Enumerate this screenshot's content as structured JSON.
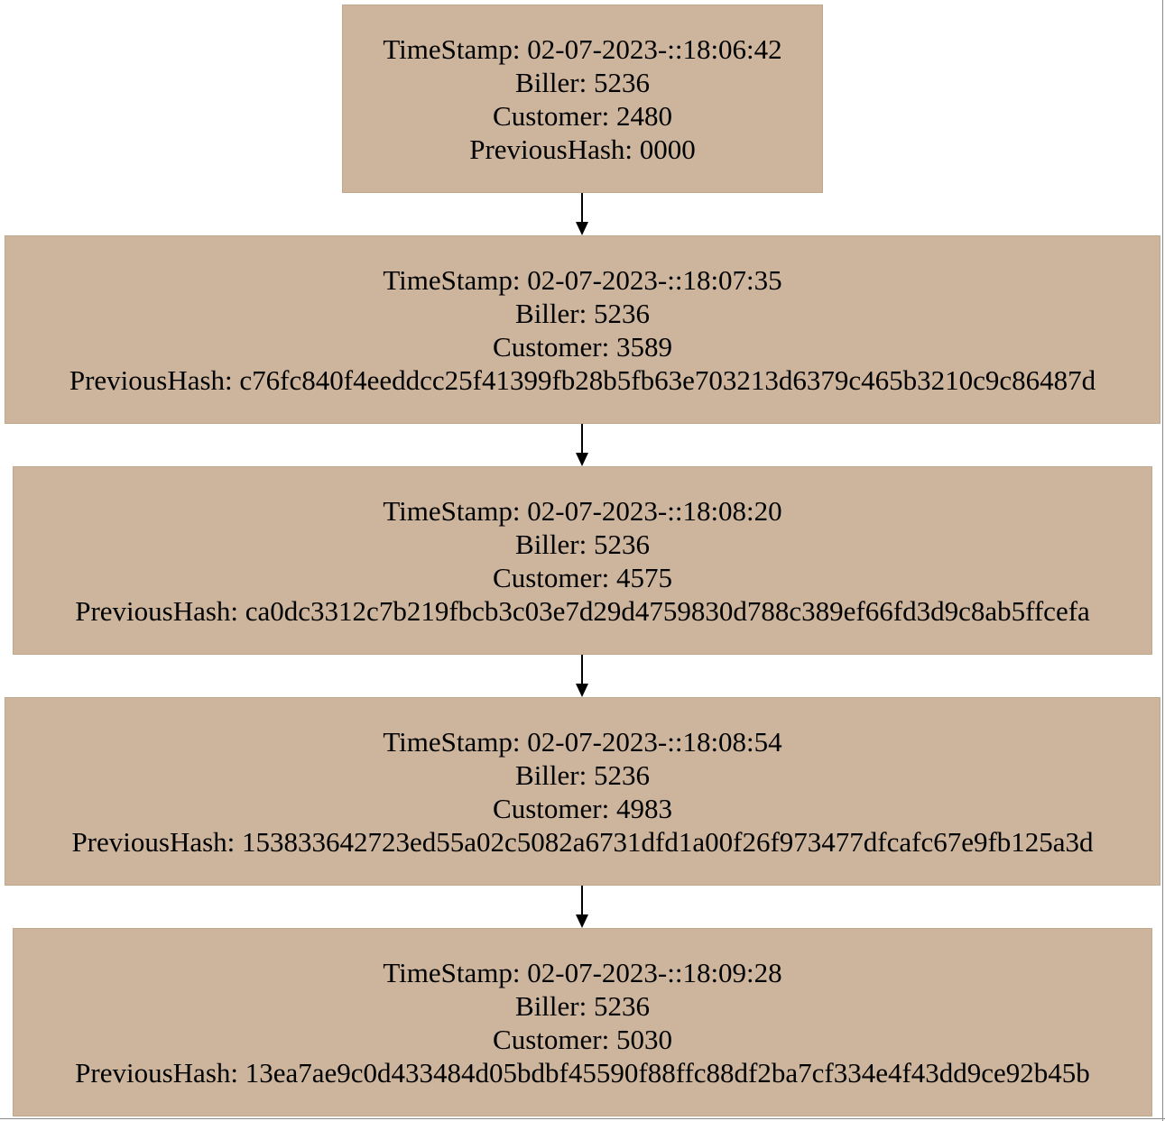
{
  "diagram": {
    "node_fill": "#cdb59d",
    "edge_color": "#000000",
    "blocks": [
      {
        "timestamp": "TimeStamp: 02-07-2023-::18:06:42",
        "biller": "Biller: 5236",
        "customer": "Customer: 2480",
        "previous_hash": "PreviousHash: 0000"
      },
      {
        "timestamp": "TimeStamp: 02-07-2023-::18:07:35",
        "biller": "Biller: 5236",
        "customer": "Customer: 3589",
        "previous_hash": "PreviousHash: c76fc840f4eeddcc25f41399fb28b5fb63e703213d6379c465b3210c9c86487d"
      },
      {
        "timestamp": "TimeStamp: 02-07-2023-::18:08:20",
        "biller": "Biller: 5236",
        "customer": "Customer: 4575",
        "previous_hash": "PreviousHash: ca0dc3312c7b219fbcb3c03e7d29d4759830d788c389ef66fd3d9c8ab5ffcefa"
      },
      {
        "timestamp": "TimeStamp: 02-07-2023-::18:08:54",
        "biller": "Biller: 5236",
        "customer": "Customer: 4983",
        "previous_hash": "PreviousHash: 153833642723ed55a02c5082a6731dfd1a00f26f973477dfcafc67e9fb125a3d"
      },
      {
        "timestamp": "TimeStamp: 02-07-2023-::18:09:28",
        "biller": "Biller: 5236",
        "customer": "Customer: 5030",
        "previous_hash": "PreviousHash: 13ea7ae9c0d433484d05bdbf45590f88ffc88df2ba7cf334e4f43dd9ce92b45b"
      }
    ],
    "edges": [
      {
        "from": 0,
        "to": 1
      },
      {
        "from": 1,
        "to": 2
      },
      {
        "from": 2,
        "to": 3
      },
      {
        "from": 3,
        "to": 4
      }
    ]
  }
}
